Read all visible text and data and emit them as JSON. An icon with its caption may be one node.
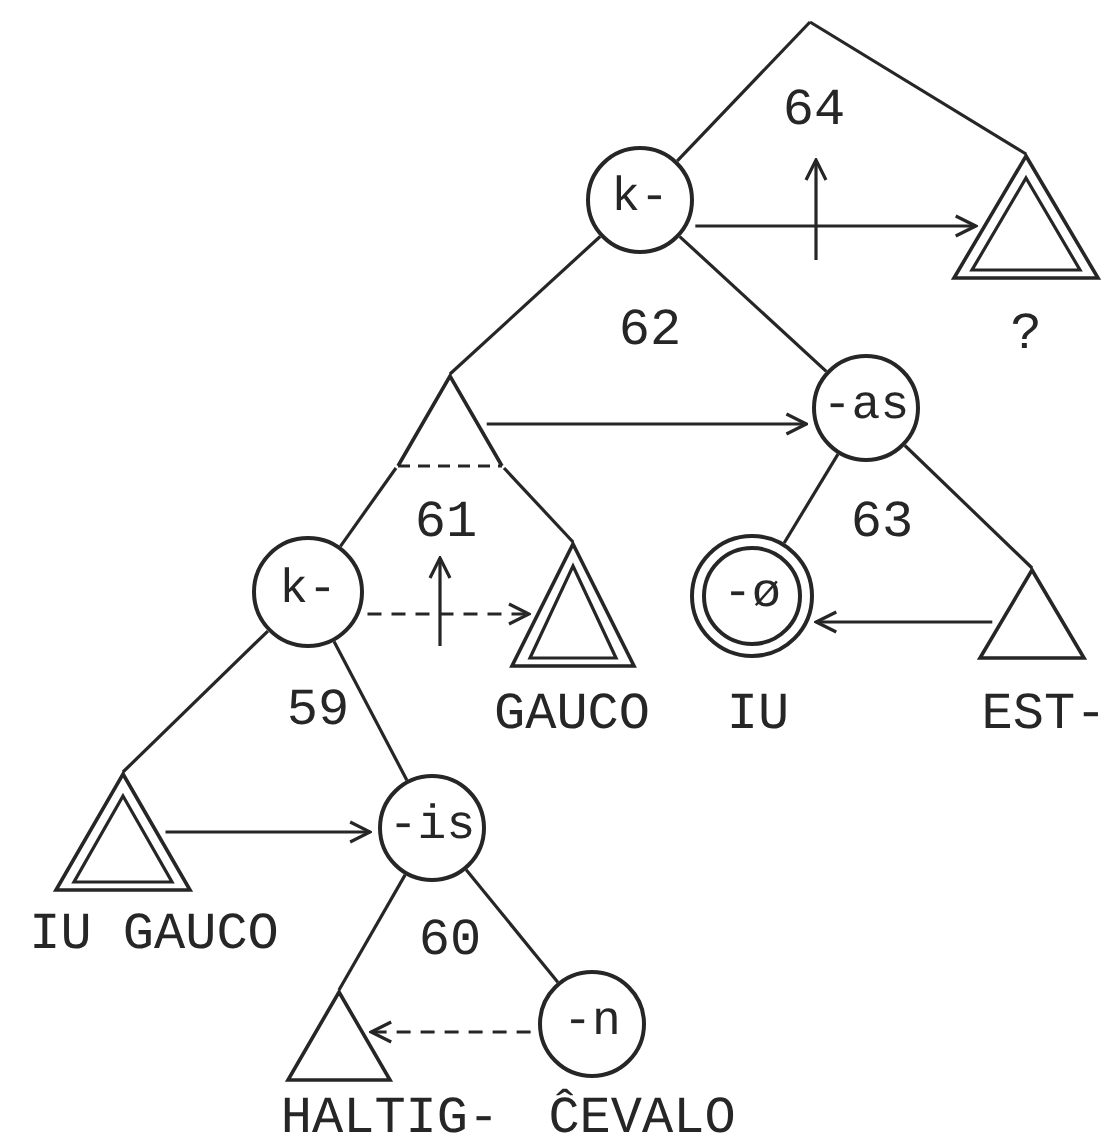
{
  "diagram": {
    "nodes": [
      {
        "text": [
          "k-"
        ]
      },
      {
        "text": [],
        "shape": "triangle",
        "beside": [
          "?"
        ]
      },
      {
        "text": [],
        "shape": "triangle"
      },
      {
        "text": [
          "-as"
        ]
      },
      {
        "text": [
          "k-"
        ]
      },
      {
        "text": [],
        "shape": "triangle",
        "beside": [
          "GAUCO"
        ]
      },
      {
        "text": [
          "-ø"
        ],
        "beside": [
          "IU"
        ]
      },
      {
        "text": [],
        "shape": "triangle",
        "beside": [
          "EST-"
        ]
      },
      {
        "text": [],
        "shape": "triangle",
        "beside": [
          "IU GAUCO"
        ]
      },
      {
        "text": [
          "-is"
        ]
      },
      {
        "text": [],
        "shape": "triangle",
        "beside": [
          "HALTIG-"
        ]
      },
      {
        "text": [
          "-n"
        ],
        "beside": [
          "ĈEVALO"
        ]
      }
    ],
    "edges": [
      {
        "from": null,
        "to": 0,
        "arrow": "none"
      },
      {
        "from": null,
        "to": 1,
        "arrow": "none"
      },
      {
        "from": 0,
        "to": 2,
        "arrow": "none"
      },
      {
        "from": 0,
        "to": 3,
        "arrow": "none"
      },
      {
        "from": 2,
        "to": 4,
        "arrow": "none"
      },
      {
        "from": 2,
        "to": 5,
        "arrow": "none"
      },
      {
        "from": 3,
        "to": 6,
        "arrow": "none"
      },
      {
        "from": 3,
        "to": 7,
        "arrow": "none"
      },
      {
        "from": 4,
        "to": 8,
        "arrow": "none"
      },
      {
        "from": 4,
        "to": 9,
        "arrow": "none"
      },
      {
        "from": 9,
        "to": 10,
        "arrow": "none"
      },
      {
        "from": 9,
        "to": 11,
        "arrow": "none"
      },
      {
        "from": 0,
        "to": 1,
        "arrow": "to"
      },
      {
        "from": 2,
        "to": 3,
        "arrow": "to"
      },
      {
        "from": 4,
        "to": 5,
        "arrow": "to",
        "style": "dashed"
      },
      {
        "from": 7,
        "to": 6,
        "arrow": "to"
      },
      {
        "from": 8,
        "to": 9,
        "arrow": "to"
      },
      {
        "from": 11,
        "to": 10,
        "arrow": "to",
        "style": "dashed"
      }
    ],
    "labels": [
      "64",
      "62",
      "61",
      "63",
      "59",
      "60"
    ]
  }
}
